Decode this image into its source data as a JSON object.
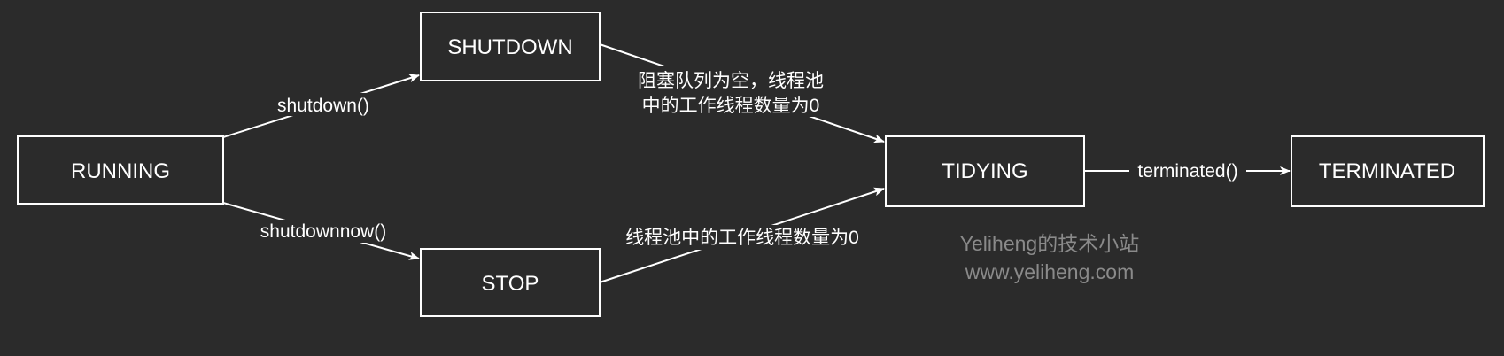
{
  "colors": {
    "background": "#2b2b2b",
    "stroke": "#ffffff",
    "text": "#ffffff",
    "watermark": "#8a8a8a"
  },
  "nodes": {
    "running": "RUNNING",
    "shutdown": "SHUTDOWN",
    "stop": "STOP",
    "tidying": "TIDYING",
    "terminated": "TERMINATED"
  },
  "edges": {
    "running_to_shutdown": "shutdown()",
    "running_to_stop": "shutdownnow()",
    "shutdown_to_tidying": [
      "阻塞队列为空，线程池",
      "中的工作线程数量为0"
    ],
    "stop_to_tidying": "线程池中的工作线程数量为0",
    "tidying_to_terminated": "terminated()"
  },
  "watermark": {
    "line1": "Yeliheng的技术小站",
    "line2": "www.yeliheng.com"
  }
}
